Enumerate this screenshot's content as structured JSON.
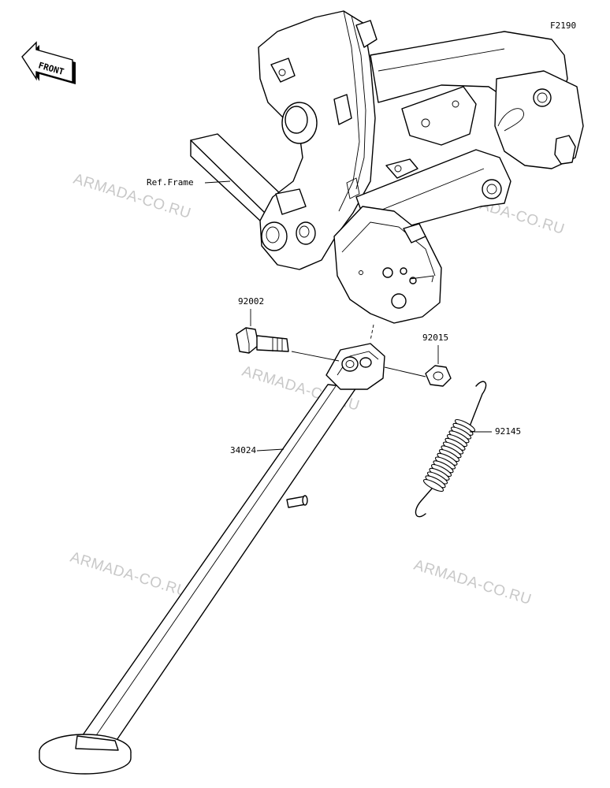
{
  "figure_code": "F2190",
  "front_label": "FRONT",
  "watermark_text": "ARMADA-CO.RU",
  "parts": [
    {
      "id": "ref-frame",
      "label": "Ref.Frame"
    },
    {
      "id": "bolt",
      "label": "92002"
    },
    {
      "id": "nut",
      "label": "92015"
    },
    {
      "id": "spring",
      "label": "92145"
    },
    {
      "id": "side-stand",
      "label": "34024"
    }
  ]
}
